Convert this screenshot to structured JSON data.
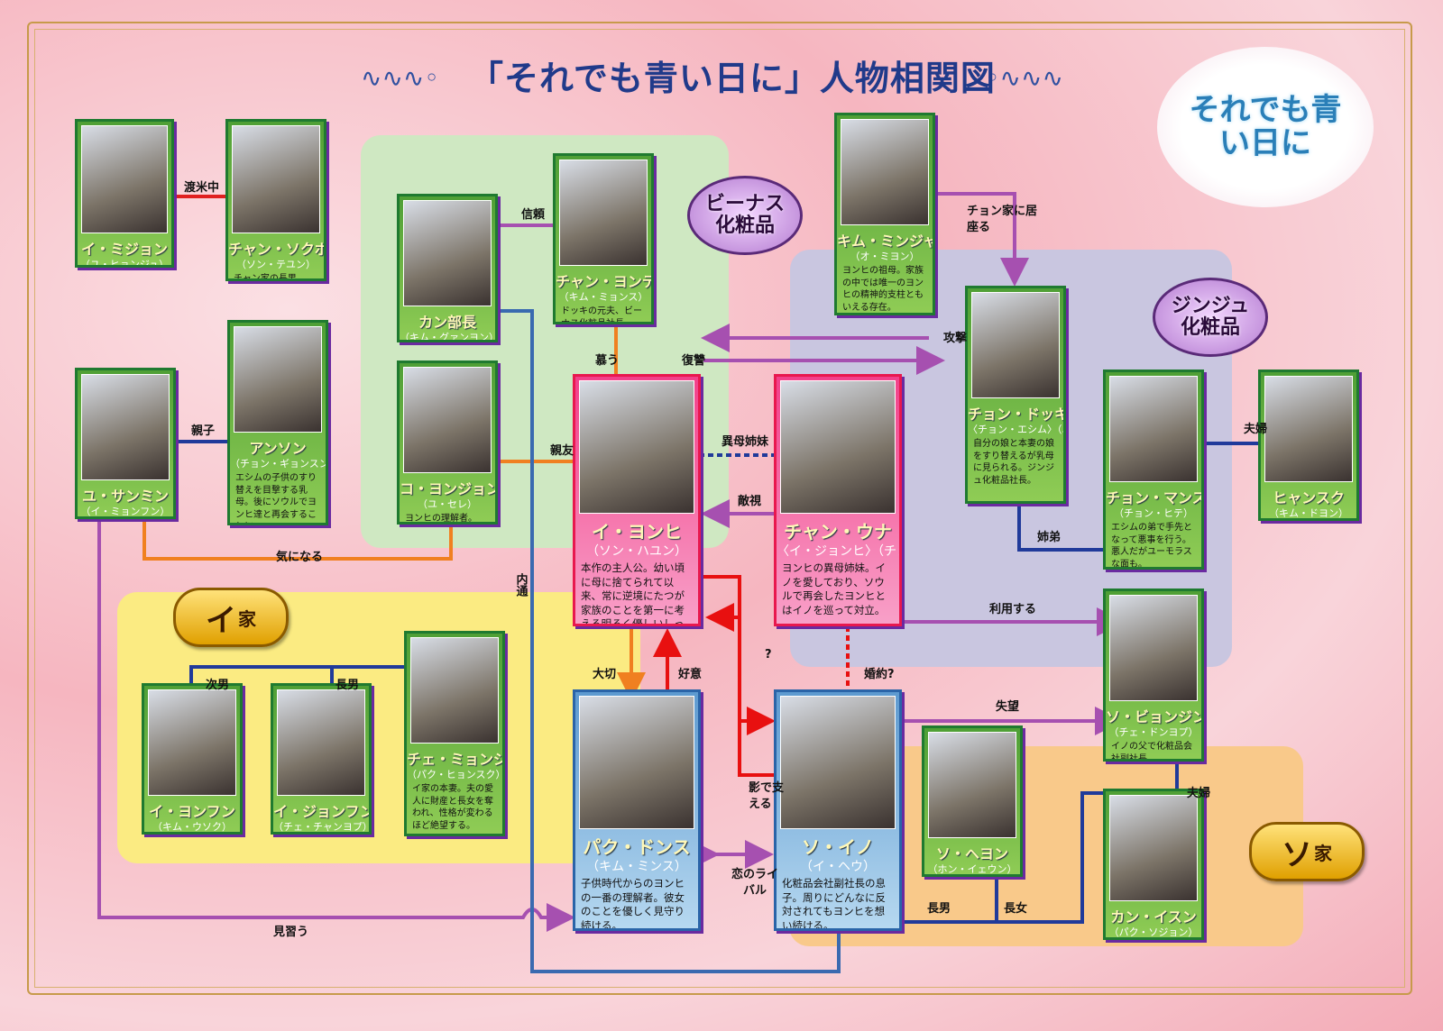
{
  "title": "「それでも青い日に」人物相関図",
  "logo": "それでも青い日に",
  "badges": {
    "venus": "ビーナス化粧品",
    "jinju": "ジンジュ化粧品"
  },
  "families": {
    "lee": {
      "big": "イ",
      "small": "家"
    },
    "so": {
      "big": "ソ",
      "small": "家"
    }
  },
  "cards": [
    {
      "id": "lee-mijon",
      "name": "イ・ミジョン",
      "actor": "（ユ・ヒョンジュ）",
      "desc": ""
    },
    {
      "id": "chan-sokbom",
      "name": "チャン・ソクボム",
      "actor": "（ソン・テユン）",
      "desc": "チャン家の長男。"
    },
    {
      "id": "kan-bucho",
      "name": "カン部長",
      "actor": "（キム・グァンヨン）",
      "desc": ""
    },
    {
      "id": "chan-yontek",
      "name": "チャン・ヨンテク",
      "actor": "（キム・ミョンス）",
      "desc": "ドッキの元夫、ビーナス化粧品社長。"
    },
    {
      "id": "kim-minja",
      "name": "キム・ミンジャ",
      "actor": "（オ・ミヨン）",
      "desc": "ヨンヒの祖母。家族の中では唯一のヨンヒの精神的支柱ともいえる存在。"
    },
    {
      "id": "anson",
      "name": "アンソン",
      "actor": "（チョン・ギョンスン）",
      "desc": "エシムの子供のすり替えを目撃する乳母。後にソウルでヨンヒ達と再会することに。"
    },
    {
      "id": "yu-sanmin",
      "name": "ユ・サンミン",
      "actor": "（イ・ミョンフン）",
      "desc": ""
    },
    {
      "id": "ko-yonjon",
      "name": "コ・ヨンジョン",
      "actor": "（ユ・セレ）",
      "desc": "ヨンヒの理解者。"
    },
    {
      "id": "lee-yonhi",
      "name": "イ・ヨンヒ",
      "actor": "（ソン・ハユン）",
      "desc": "本作の主人公。幼い頃に母に捨てられて以来、常に逆境にたつが家族のことを第一に考える明るく優しいしっかり者。"
    },
    {
      "id": "chan-una",
      "name": "チャン・ウナ",
      "actor": "〈イ・ジョンヒ〉（チョン・イヨン）",
      "desc": "ヨンヒの異母姉妹。イノを愛しており、ソウルで再会したヨンヒとはイノを巡って対立。"
    },
    {
      "id": "chon-dokki",
      "name": "チョン・ドッキ",
      "actor": "〈チョン・エシム〉（ユン・ヘヨン）",
      "desc": "自分の娘と本妻の娘をすり替えるが乳母に見られる。ジンジュ化粧品社長。"
    },
    {
      "id": "chon-mansu",
      "name": "チョン・マンス",
      "actor": "（チョン・ヒテ）",
      "desc": "エシムの弟で手先となって悪事を行う。悪人だがユーモラスな面も。"
    },
    {
      "id": "hyansuku",
      "name": "ヒャンスク",
      "actor": "（キム・ドヨン）",
      "desc": ""
    },
    {
      "id": "so-byonjin",
      "name": "ソ・ビョンジン",
      "actor": "（チェ・ドンヨプ）",
      "desc": "イノの父で化粧品会社副社長。"
    },
    {
      "id": "chwe-minju",
      "name": "チェ・ミョンジュ",
      "actor": "（パク・ヒョンスク）",
      "desc": "イ家の本妻。夫の愛人に財産と長女を奪われ、性格が変わるほど絶望する。"
    },
    {
      "id": "lee-yonfun",
      "name": "イ・ヨンフン",
      "actor": "（キム・ウソク）",
      "desc": ""
    },
    {
      "id": "lee-jonfun",
      "name": "イ・ジョンフン",
      "actor": "（チェ・チャンヨプ）",
      "desc": ""
    },
    {
      "id": "paku-donsu",
      "name": "パク・ドンス",
      "actor": "（キム・ミンス）",
      "desc": "子供時代からのヨンヒの一番の理解者。彼女のことを優しく見守り続ける。"
    },
    {
      "id": "so-ino",
      "name": "ソ・イノ",
      "actor": "（イ・ヘウ）",
      "desc": "化粧品会社副社長の息子。周りにどんなに反対されてもヨンヒを想い続ける。"
    },
    {
      "id": "so-heyon",
      "name": "ソ・ヘヨン",
      "actor": "（ホン・イェウン）",
      "desc": ""
    },
    {
      "id": "kan-isun",
      "name": "カン・イスン",
      "actor": "（パク・ソジョン）",
      "desc": ""
    }
  ],
  "relations": {
    "tobei": "渡米中",
    "shinrai": "信頼",
    "oyako": "親子",
    "shinyu": "親友",
    "kininaru": "気になる",
    "shitau": "慕う",
    "fukushu": "復讐",
    "kogeki": "攻撃",
    "ibo": "異母姉妹",
    "tekishi": "敵視",
    "izuwaru": "チョン家に居座る",
    "fufu1": "夫婦",
    "shitei": "姉弟",
    "riyo": "利用する",
    "question": "?",
    "konyaku": "婚約?",
    "shitsubo": "失望",
    "taisetsu": "大切",
    "koi": "好意",
    "kage": "影で支える",
    "rival": "恋のライバル",
    "minarau": "見習う",
    "naitsu": "内通",
    "chonan1": "長男",
    "chojo": "長女",
    "fufu2": "夫婦",
    "jinan": "次男",
    "chonan2": "長男"
  }
}
